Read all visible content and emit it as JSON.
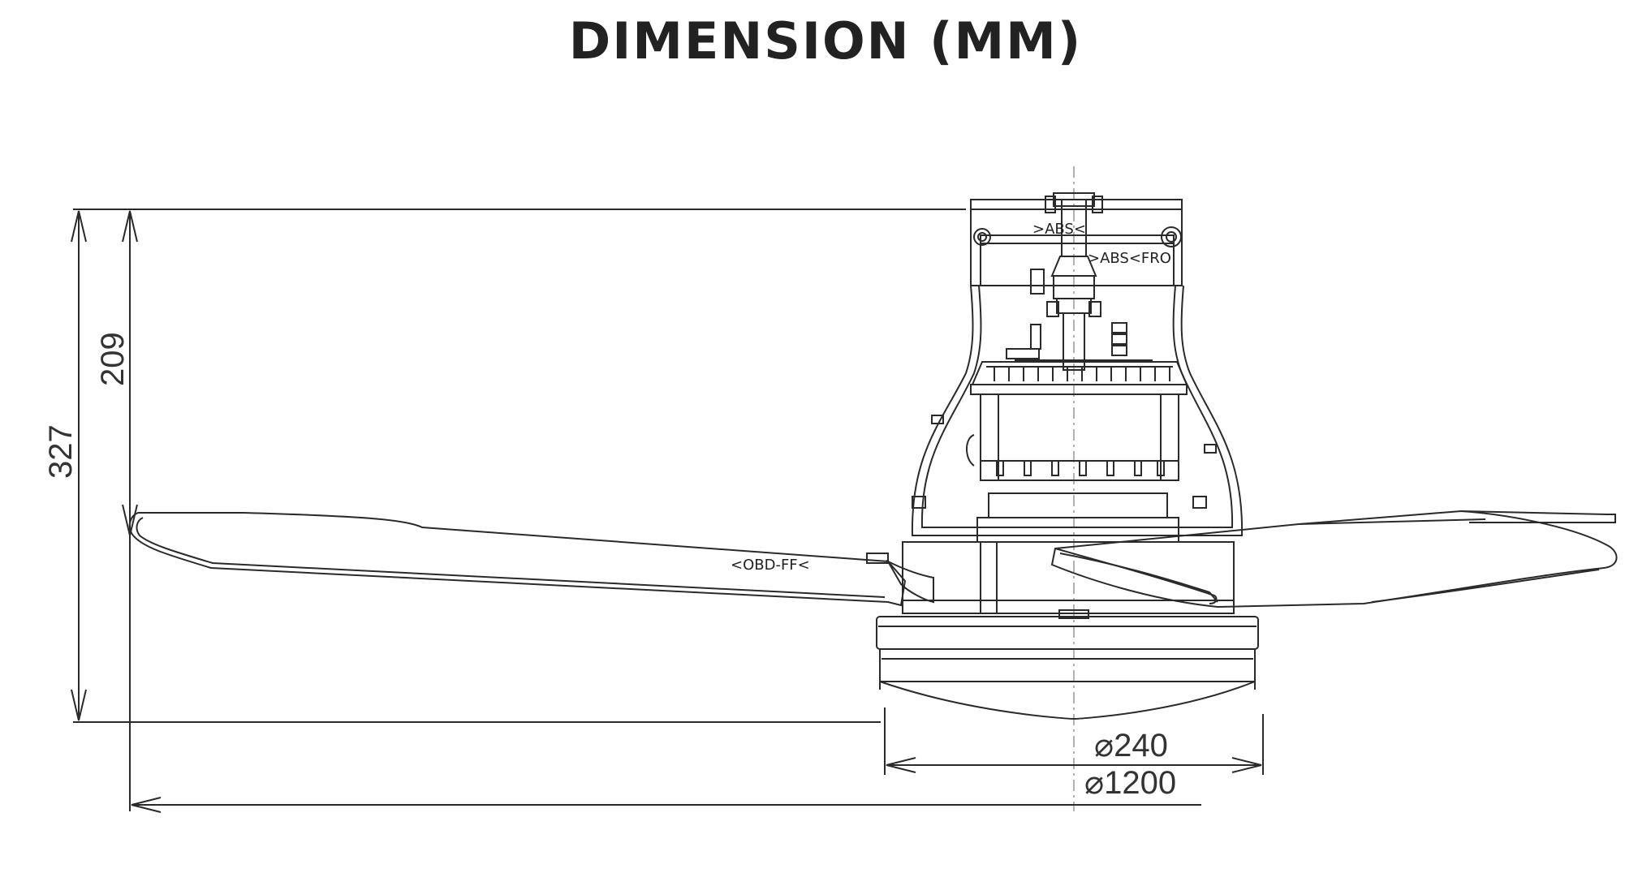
{
  "title": "DIMENSION (MM)",
  "dimensions": {
    "total_height": "327",
    "motor_height": "209",
    "light_diameter": "⌀240",
    "blade_diameter": "⌀1200"
  },
  "markings": {
    "blade_marking": "<OBD-FF<",
    "body_marking_top": ">ABS<",
    "body_marking_side": ">ABS<FRO"
  },
  "colors": {
    "line": "#2a2a2a",
    "text": "#333333"
  }
}
